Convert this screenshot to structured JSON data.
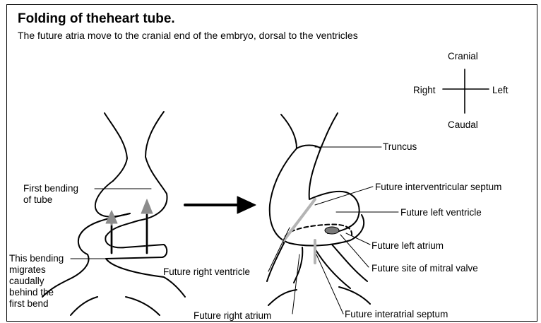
{
  "title": "Folding of theheart tube.",
  "subtitle": "The future atria move to the cranial end of the embryo, dorsal to the ventricles",
  "compass": {
    "cranial": "Cranial",
    "caudal": "Caudal",
    "right": "Right",
    "left": "Left"
  },
  "left_diagram": {
    "first_bending": [
      "First bending",
      "of tube"
    ],
    "migrates": [
      "This bending",
      "migrates",
      "caudally",
      "behind the",
      "first bend"
    ]
  },
  "right_diagram": {
    "truncus": "Truncus",
    "interventricular_septum": "Future interventricular septum",
    "left_ventricle": "Future left ventricle",
    "left_atrium": "Future left atrium",
    "mitral_valve": "Future site of mitral valve",
    "right_ventricle": "Future right ventricle",
    "right_atrium": "Future right atrium",
    "interatrial_septum": "Future interatrial septum"
  },
  "colors": {
    "line": "#000000",
    "gray_arrow": "#8c8c8c",
    "septum": "#b4b4b4",
    "atrium_fill": "#7a7a7a"
  }
}
